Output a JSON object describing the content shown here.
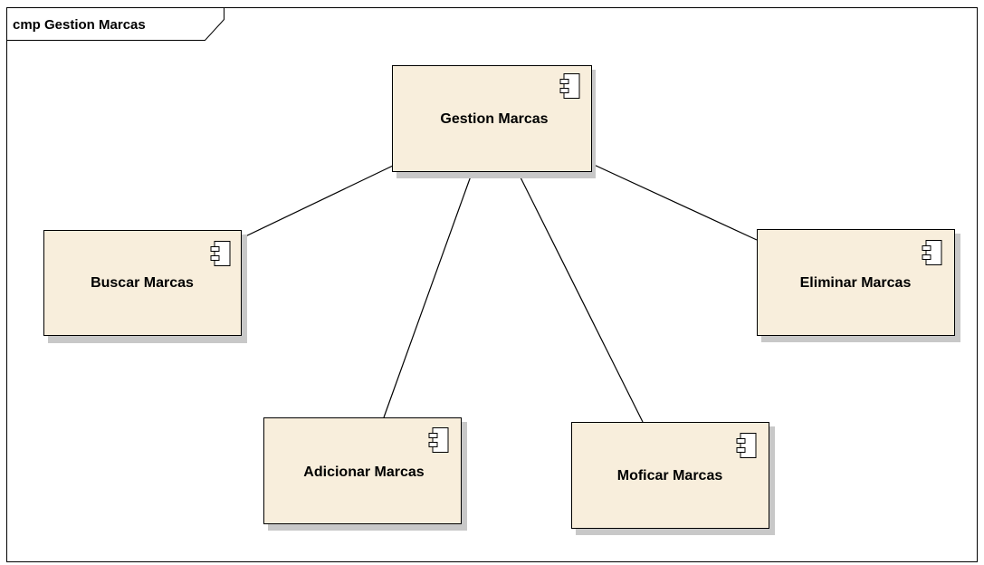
{
  "frame": {
    "title": "cmp Gestion Marcas"
  },
  "colors": {
    "component_fill": "#f8eedc",
    "line": "#000000",
    "shadow": "#c8c8c8",
    "background": "#ffffff"
  },
  "components": [
    {
      "id": "gestion",
      "label": "Gestion Marcas",
      "icon": "component-icon"
    },
    {
      "id": "buscar",
      "label": "Buscar Marcas",
      "icon": "component-icon"
    },
    {
      "id": "eliminar",
      "label": "Eliminar Marcas",
      "icon": "component-icon"
    },
    {
      "id": "adicionar",
      "label": "Adicionar Marcas",
      "icon": "component-icon"
    },
    {
      "id": "modificar",
      "label": "Moficar Marcas",
      "icon": "component-icon"
    }
  ],
  "connections": [
    {
      "from": "gestion",
      "to": "buscar"
    },
    {
      "from": "gestion",
      "to": "eliminar"
    },
    {
      "from": "gestion",
      "to": "adicionar"
    },
    {
      "from": "gestion",
      "to": "modificar"
    }
  ]
}
